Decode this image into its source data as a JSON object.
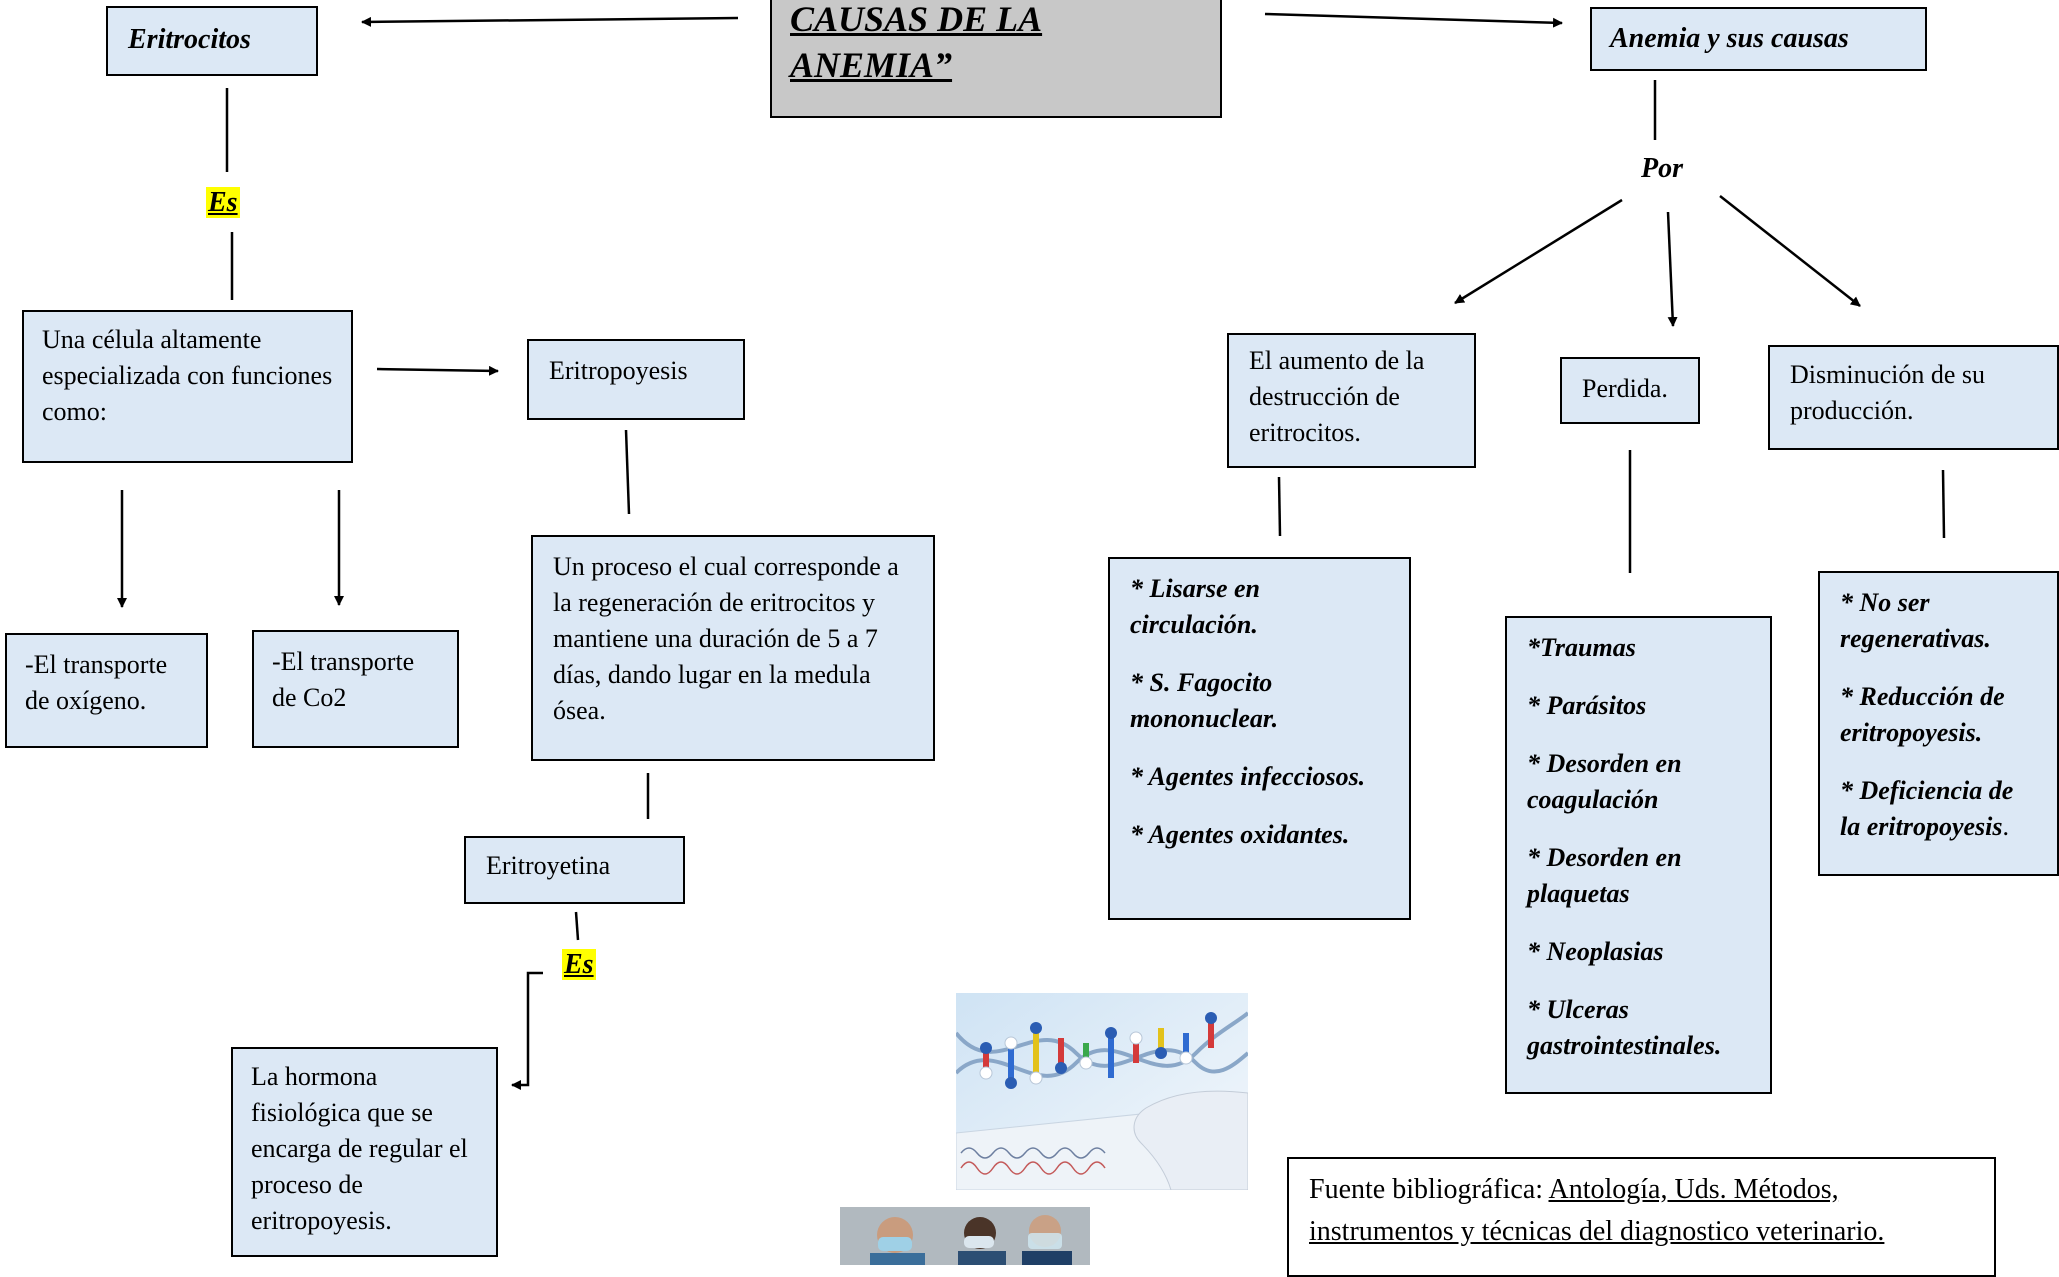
{
  "title": "CAUSAS DE LA ANEMIA”",
  "left": {
    "eritrocitos": "Eritrocitos",
    "es1": "Es",
    "cell_def": "Una célula altamente especializada con funciones como:",
    "transport_o2": "-El transporte de oxígeno.",
    "transport_co2": "-El transporte de Co2",
    "eritropoyesis": "Eritropoyesis",
    "process_def": "Un proceso el cual corresponde a la regeneración de eritrocitos y mantiene una duración de 5 a 7 días, dando lugar en la medula ósea.",
    "eritroyetina": "Eritroyetina",
    "es2": "Es",
    "hormone_def": "La hormona fisiológica que se encarga de regular el proceso de eritropoyesis."
  },
  "right": {
    "anemia": "Anemia y sus causas",
    "por": "Por",
    "destruction": "El aumento de la destrucción de eritrocitos.",
    "loss": "Perdida.",
    "reduced": "Disminución de su producción.",
    "destruction_items": [
      "* Lisarse en circulación.",
      "* S. Fagocito mononuclear.",
      "* Agentes infecciosos.",
      "* Agentes oxidantes."
    ],
    "loss_items": [
      "*Traumas",
      "* Parásitos",
      "* Desorden en coagulación",
      "* Desorden en plaquetas",
      "* Neoplasias",
      "* Ulceras gastrointestinales."
    ],
    "reduced_items": [
      "* No ser regenerativas.",
      "* Reducción de eritropoyesis.",
      "* Deficiencia de la eritropoyesis"
    ],
    "reduced_tail": "."
  },
  "source": {
    "prefix": "Fuente bibliográfica: ",
    "reference": "Antología, Uds. Métodos, instrumentos y técnicas del diagnostico veterinario."
  },
  "icons": {
    "dna_photo": "dna-lab-photo",
    "people_photo": "lab-staff-photo"
  }
}
